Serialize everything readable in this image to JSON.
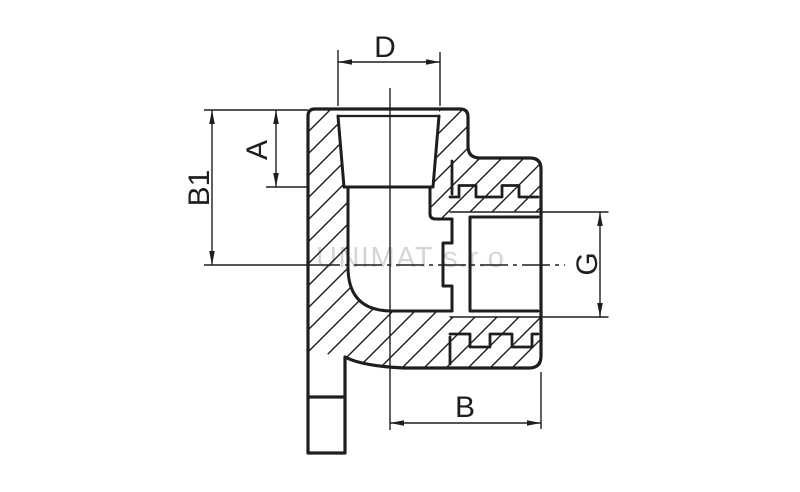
{
  "drawing": {
    "watermark": "UNIMAT s.r.o",
    "labels": {
      "d": "D",
      "a": "A",
      "b1": "B1",
      "g": "G",
      "b": "B"
    },
    "colors": {
      "line": "#1e1e1e",
      "background": "#ffffff",
      "watermark": "#d8d4d4"
    }
  }
}
